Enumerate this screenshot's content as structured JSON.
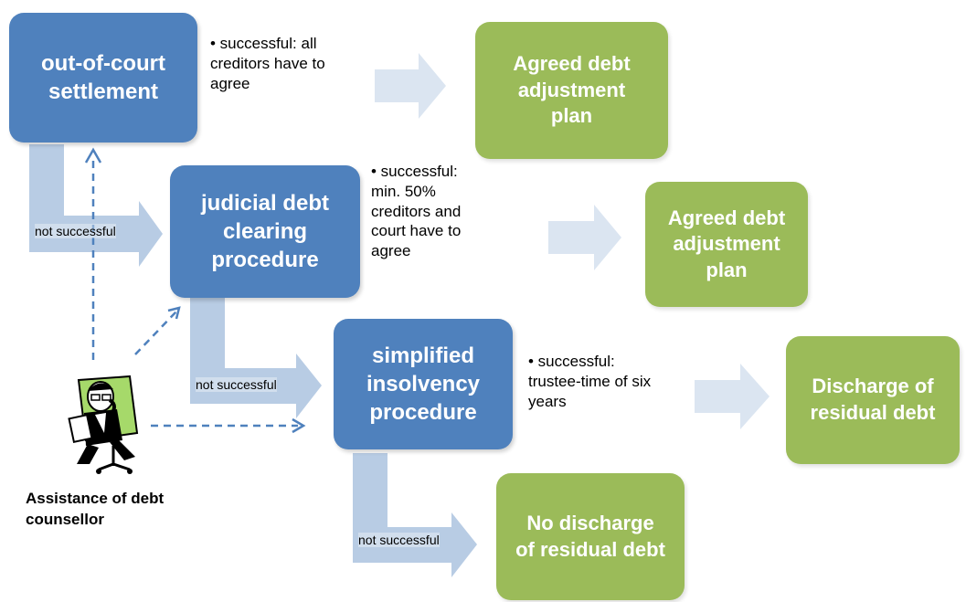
{
  "stages": {
    "out_of_court": "out-of-court settlement",
    "judicial": "judicial debt clearing procedure",
    "simplified": "simplified insolvency procedure"
  },
  "outcomes": {
    "agreed_plan_1": "Agreed debt adjustment plan",
    "agreed_plan_2": "Agreed debt adjustment plan",
    "discharge": "Discharge of residual debt",
    "no_discharge": "No discharge of residual debt"
  },
  "conditions": {
    "out_of_court": "• successful: all creditors have to agree",
    "judicial": "• successful: min. 50% creditors and court have to agree",
    "simplified": "• successful: trustee-time of six years"
  },
  "failure_label": "not successful",
  "counsellor": {
    "caption": "Assistance of debt counsellor",
    "icon": "debt-counsellor-clipart"
  },
  "colors": {
    "stage_blue": "#4f81bd",
    "outcome_green": "#9bbb59",
    "arrow_light": "#dbe5f1",
    "arrow_path": "#b8cce4",
    "dashed_arrow": "#4f81bd"
  }
}
